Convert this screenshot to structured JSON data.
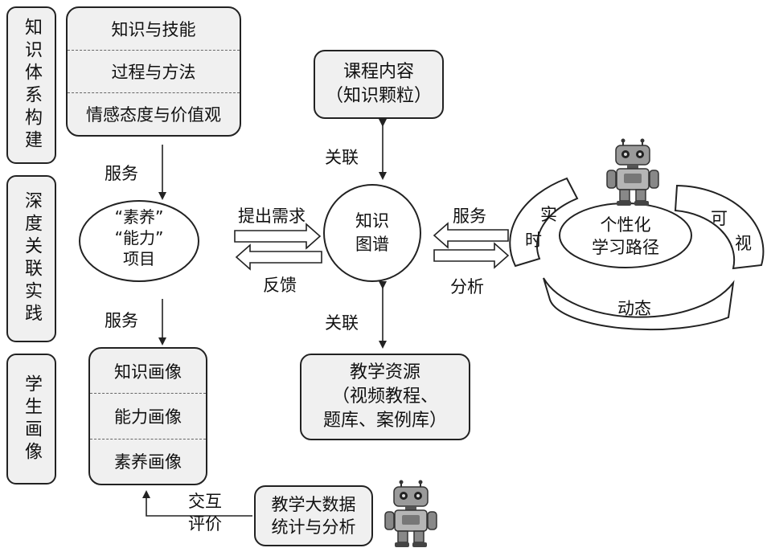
{
  "left_column": {
    "knowledge_system": "知识体系构建",
    "deep_practice": "深度关联实践",
    "student_portrait": "学生画像"
  },
  "goals_stack": [
    "知识与技能",
    "过程与方法",
    "情感态度与价值观"
  ],
  "portrait_stack": [
    "知识画像",
    "能力画像",
    "素养画像"
  ],
  "project_ellipse": "“素养”\n“能力”\n项目",
  "knowledge_graph": "知识\n图谱",
  "course_content": "课程内容\n（知识颗粒）",
  "teaching_resources": "教学资源\n（视频教程、\n题库、案例库）",
  "big_data": "教学大数据\n统计与分析",
  "personalized_path": "个性化\n学习路径",
  "ring_labels": {
    "realtime_a": "实",
    "realtime_b": "时",
    "visual_a": "可",
    "visual_b": "视",
    "dynamic": "动态"
  },
  "labels": {
    "serve_top": "服务",
    "serve_bottom": "服务",
    "propose_demand": "提出需求",
    "feedback": "反馈",
    "serve_right": "服务",
    "analyze": "分析",
    "relate_top": "关联",
    "relate_bottom": "关联",
    "interact_eval": "交互\n评价"
  }
}
